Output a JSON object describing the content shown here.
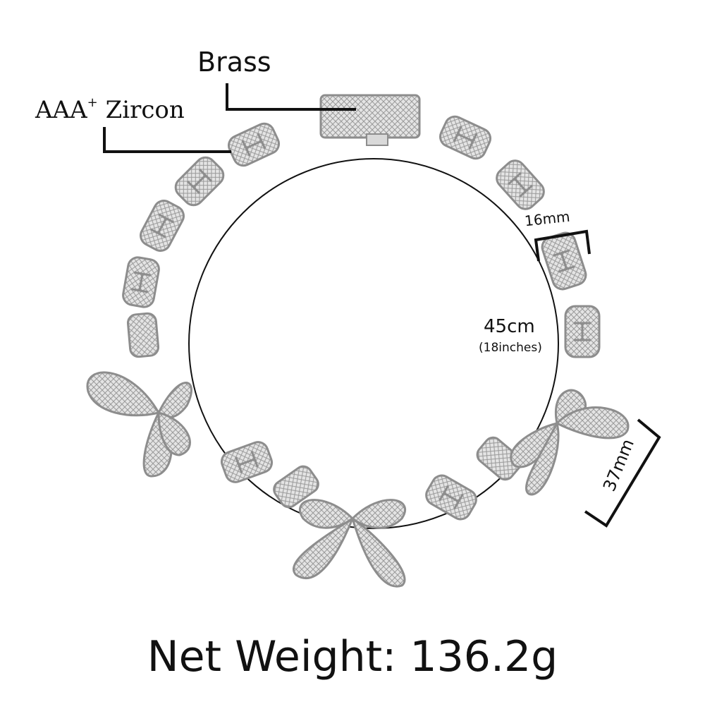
{
  "labels": {
    "material": "Brass",
    "stone_prefix": "AAA",
    "stone_sup": "+",
    "stone_suffix": " Zircon",
    "link_width": "16mm",
    "length_cm": "45cm",
    "length_in": "(18inches)",
    "butterfly_width": "37mm",
    "net_weight": "Net Weight: 136.2g"
  },
  "colors": {
    "metal": "#c9c9c9",
    "metal_dark": "#8d8d8d",
    "text": "#111111",
    "line": "#111111"
  }
}
